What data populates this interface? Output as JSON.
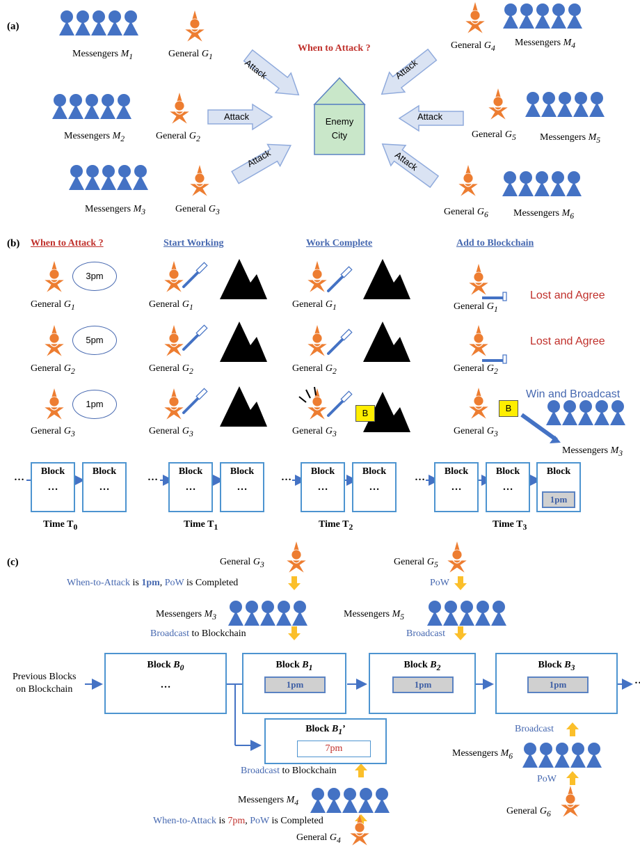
{
  "panel_a": {
    "label": "(a)",
    "title": "When to Attack ?",
    "city": [
      "Enemy",
      "City"
    ],
    "attack": "Attack",
    "messengers": [
      {
        "text": "Messengers ",
        "sym": "M",
        "sub": "1"
      },
      {
        "text": "Messengers ",
        "sym": "M",
        "sub": "2"
      },
      {
        "text": "Messengers ",
        "sym": "M",
        "sub": "3"
      },
      {
        "text": "Messengers ",
        "sym": "M",
        "sub": "4"
      },
      {
        "text": "Messengers ",
        "sym": "M",
        "sub": "5"
      },
      {
        "text": "Messengers ",
        "sym": "M",
        "sub": "6"
      }
    ],
    "generals": [
      {
        "text": "General ",
        "sym": "G",
        "sub": "1"
      },
      {
        "text": "General ",
        "sym": "G",
        "sub": "2"
      },
      {
        "text": "General ",
        "sym": "G",
        "sub": "3"
      },
      {
        "text": "General ",
        "sym": "G",
        "sub": "4"
      },
      {
        "text": "General ",
        "sym": "G",
        "sub": "5"
      },
      {
        "text": "General ",
        "sym": "G",
        "sub": "6"
      }
    ]
  },
  "panel_b": {
    "label": "(b)",
    "headers": [
      "When to Attack ?",
      "Start Working",
      "Work Complete",
      "Add to Blockchain"
    ],
    "general_word": "General ",
    "general_sym": "G",
    "subs": [
      "1",
      "2",
      "3"
    ],
    "times": [
      "3pm",
      "5pm",
      "1pm"
    ],
    "lost": "Lost and Agree",
    "win": "Win and Broadcast",
    "b_label": "B",
    "messengers": {
      "text": "Messengers ",
      "sym": "M",
      "sub": "3"
    },
    "block": "Block",
    "ellipsis": "…",
    "value": "1pm",
    "time_word": "Time T",
    "time_subs": [
      "0",
      "1",
      "2",
      "3"
    ]
  },
  "panel_c": {
    "label": "(c)",
    "g3": {
      "text": "General ",
      "sym": "G",
      "sub": "3"
    },
    "g5": {
      "text": "General ",
      "sym": "G",
      "sub": "5"
    },
    "g4": {
      "text": "General ",
      "sym": "G",
      "sub": "4"
    },
    "g6": {
      "text": "General ",
      "sym": "G",
      "sub": "6"
    },
    "m3": {
      "text": "Messengers ",
      "sym": "M",
      "sub": "3"
    },
    "m5": {
      "text": "Messengers ",
      "sym": "M",
      "sub": "5"
    },
    "m4": {
      "text": "Messengers ",
      "sym": "M",
      "sub": "4"
    },
    "m6": {
      "text": "Messengers ",
      "sym": "M",
      "sub": "6"
    },
    "wta": "When-to-Attack",
    "is": " is ",
    "comma": ", ",
    "pow": "PoW",
    "completed": " is Completed",
    "v1": "1pm",
    "v7": "7pm",
    "broadcast": "Broadcast",
    "to_chain": " to Blockchain",
    "prev": [
      "Previous Blocks",
      "on Blockchain"
    ],
    "block_word": "Block ",
    "block_sym": "B",
    "b_subs": [
      "0",
      "1",
      "2",
      "3"
    ],
    "prime": "’",
    "ellipsis": "…"
  },
  "colors": {
    "figure_orange": "#ed7d31",
    "messenger_blue": "#4472c4",
    "arrow_fill": "#dae3f3",
    "arrow_stroke": "#8faadc",
    "city_fill": "#c9e7c9",
    "block_border": "#4d94d0",
    "title_red": "#c0302b",
    "text_blue": "#4668b0",
    "up_arrow": "#fbbf2a"
  }
}
